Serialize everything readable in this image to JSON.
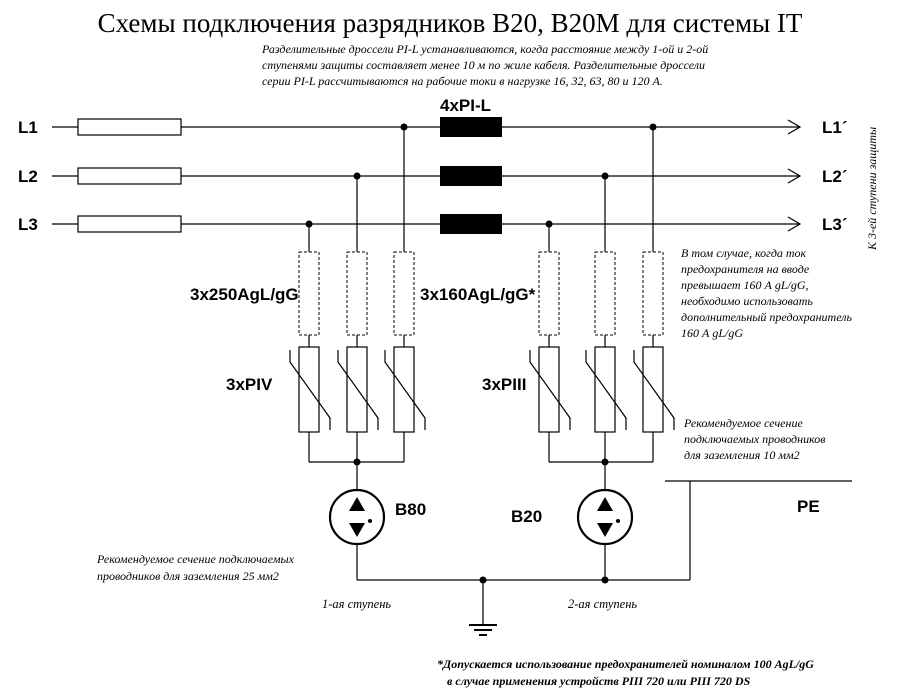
{
  "title": "Схемы подключения разрядников В20, В20М для системы IT",
  "top_note": [
    "Разделительные дроссели PI-L устанавливаются, когда расстояние между 1-ой и 2-ой",
    "ступенями защиты составляет менее 10 м по жиле кабеля. Разделительные дроссели",
    "серии PI-L рассчитываются на рабочие токи в нагрузке 16, 32, 63, 80 и 120 А."
  ],
  "choke_label": "4xPI-L",
  "lines_in": [
    "L1",
    "L2",
    "L3"
  ],
  "lines_out": [
    "L1´",
    "L2´",
    "L3´"
  ],
  "side_note": "К 3-ей ступени защиты",
  "fuse1_label": "3x250AgL/gG",
  "fuse2_label": "3x160AgL/gG*",
  "varistor1_label": "3xPIV",
  "varistor2_label": "3xPIII",
  "arrester1_label": "B80",
  "arrester2_label": "B20",
  "pe_label": "PE",
  "fuse_note": [
    "В том случае, когда ток",
    "предохранителя на вводе",
    "превышает 160 А gL/gG,",
    "необходимо использовать",
    "дополнительный предохранитель",
    "160 А gL/gG"
  ],
  "pe_note": [
    "Рекомендуемое сечение",
    "подключаемых проводников",
    "для заземления 10 мм2"
  ],
  "ground_note": [
    "Рекомендуемое сечение подключаемых",
    "проводников для заземления 25 мм2"
  ],
  "stage1": "1-ая ступень",
  "stage2": "2-ая ступень",
  "footnote": [
    "*Допускается использование предохранителей номиналом 100 AgL/gG",
    "в случае применения устройств PIII 720 или PIII 720 DS"
  ]
}
